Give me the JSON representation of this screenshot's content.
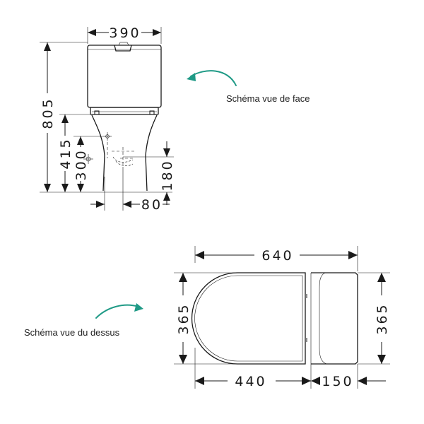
{
  "front_view": {
    "caption": "Schéma vue de face",
    "dimensions": {
      "width_top": "390",
      "height_total": "805",
      "height_seat": "415",
      "height_outlet": "300",
      "height_drain": "180",
      "offset_drain": "80"
    }
  },
  "top_view": {
    "caption": "Schéma vue du dessus",
    "dimensions": {
      "length_total": "640",
      "width_left": "365",
      "width_right": "365",
      "length_bowl": "440",
      "length_tank": "150"
    }
  },
  "colors": {
    "line": "#1a1a1a",
    "arrow_accent": "#1f9a86"
  }
}
